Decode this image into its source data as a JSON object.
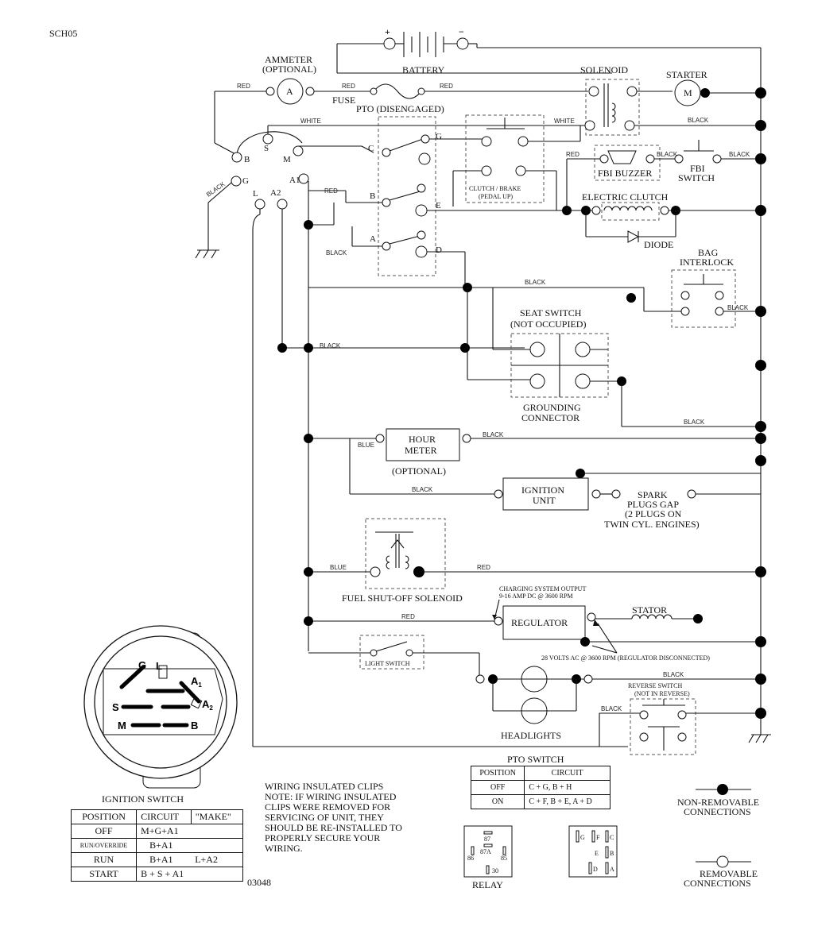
{
  "doc_code": "SCH05",
  "drawing_number": "03048",
  "components": {
    "battery": "BATTERY",
    "battery_pos": "+",
    "battery_neg": "−",
    "ammeter": "AMMETER",
    "ammeter_opt": "(OPTIONAL)",
    "ammeter_symbol": "A",
    "fuse": "FUSE",
    "solenoid": "SOLENOID",
    "starter": "STARTER",
    "starter_symbol": "M",
    "pto": "PTO (DISENGAGED)",
    "clutch_brake": "CLUTCH / BRAKE",
    "clutch_brake_sub": "(PEDAL UP)",
    "fbi_buzzer": "FBI BUZZER",
    "fbi_switch_1": "FBI",
    "fbi_switch_2": "SWITCH",
    "electric_clutch": "ELECTRIC CLUTCH",
    "diode": "DIODE",
    "bag_interlock_1": "BAG",
    "bag_interlock_2": "INTERLOCK",
    "seat_switch_1": "SEAT SWITCH",
    "seat_switch_2": "(NOT OCCUPIED)",
    "grounding_1": "GROUNDING",
    "grounding_2": "CONNECTOR",
    "hour_meter_1": "HOUR",
    "hour_meter_2": "METER",
    "hour_meter_opt": "(OPTIONAL)",
    "ignition_unit_1": "IGNITION",
    "ignition_unit_2": "UNIT",
    "spark_1": "SPARK",
    "spark_2": "PLUGS GAP",
    "spark_3": "(2 PLUGS ON",
    "spark_4": "TWIN CYL. ENGINES)",
    "fuel_solenoid": "FUEL SHUT-OFF SOLENOID",
    "charging_1": "CHARGING SYSTEM OUTPUT",
    "charging_2": "9-16 AMP DC @ 3600 RPM",
    "regulator": "REGULATOR",
    "stator": "STATOR",
    "volts_note": "28 VOLTS AC @ 3600 RPM (REGULATOR DISCONNECTED)",
    "light_switch": "LIGHT SWITCH",
    "headlights": "HEADLIGHTS",
    "reverse_1": "REVERSE SWITCH",
    "reverse_2": "(NOT IN REVERSE)",
    "relay": "RELAY",
    "ignition_switch": "IGNITION SWITCH"
  },
  "wire_labels": {
    "red": "RED",
    "white": "WHITE",
    "black": "BLACK",
    "blue": "BLUE"
  },
  "terminal_labels": {
    "s": "S",
    "b": "B",
    "m": "M",
    "g": "G",
    "l": "L",
    "a2": "A2",
    "a1": "A1",
    "c": "C",
    "bb": "B",
    "a": "A",
    "gg": "G",
    "e": "E",
    "d": "D"
  },
  "ign_face": {
    "g": "G",
    "l": "L",
    "a1": "A",
    "a1_sub": "1",
    "a2": "A",
    "a2_sub": "2",
    "s": "S",
    "m": "M",
    "b": "B"
  },
  "relay_pins": {
    "p87": "87",
    "p87a": "87A",
    "p86": "86",
    "p85": "85",
    "p30": "30"
  },
  "pto_pins": [
    "G",
    "F",
    "C",
    "E",
    "B",
    "D",
    "A"
  ],
  "pto_switch_table": {
    "title": "PTO SWITCH",
    "headers": [
      "POSITION",
      "CIRCUIT"
    ],
    "rows": [
      [
        "OFF",
        "C + G, B + H"
      ],
      [
        "ON",
        "C + F, B + E, A + D"
      ]
    ]
  },
  "ignition_table": {
    "headers": [
      "POSITION",
      "CIRCUIT",
      "\"MAKE\""
    ],
    "rows": [
      [
        "OFF",
        "M+G+A1",
        ""
      ],
      [
        "RUN/OVERRIDE",
        "B+A1",
        ""
      ],
      [
        "RUN",
        "B+A1",
        "L+A2"
      ],
      [
        "START",
        "B + S + A1",
        ""
      ]
    ]
  },
  "notes": {
    "clips_title": "WIRING INSULATED CLIPS",
    "clips_lines": [
      "NOTE: IF WIRING INSULATED",
      "CLIPS WERE REMOVED FOR",
      "SERVICING OF UNIT, THEY",
      "SHOULD BE RE-INSTALLED TO",
      "PROPERLY SECURE YOUR",
      "WIRING."
    ]
  },
  "legend": {
    "non_removable_1": "NON-REMOVABLE",
    "non_removable_2": "CONNECTIONS",
    "removable_1": "REMOVABLE",
    "removable_2": "CONNECTIONS"
  }
}
